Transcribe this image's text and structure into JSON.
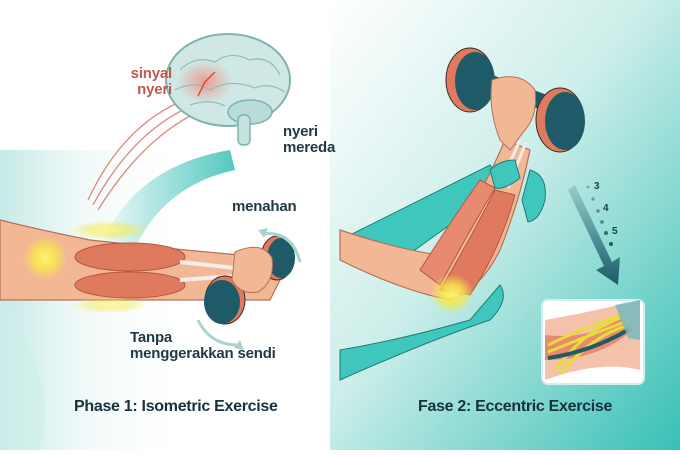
{
  "diagram": {
    "phase1": {
      "title": "Phase 1: Isometric Exercise",
      "labels": {
        "pain_signal": "sinyal\nnyeri",
        "pain_signal_line1": "sinyal",
        "pain_signal_line2": "nyeri",
        "pain_relief_line1": "nyeri",
        "pain_relief_line2": "mereda",
        "hold": "menahan",
        "no_joint_line1": "Tanpa",
        "no_joint_line2": "menggerakkan sendi"
      }
    },
    "phase2": {
      "title": "Fase 2: Eccentric Exercise",
      "rep_counts": [
        "3",
        "4",
        "5"
      ]
    },
    "colors": {
      "teal": "#3fc6bd",
      "teal_dark": "#1e5a68",
      "muscle": "#e07a5f",
      "skin": "#f2b896",
      "pain_glow": "#f5e94a",
      "pain_text": "#c0594a",
      "text_dark": "#1f3a45"
    }
  }
}
